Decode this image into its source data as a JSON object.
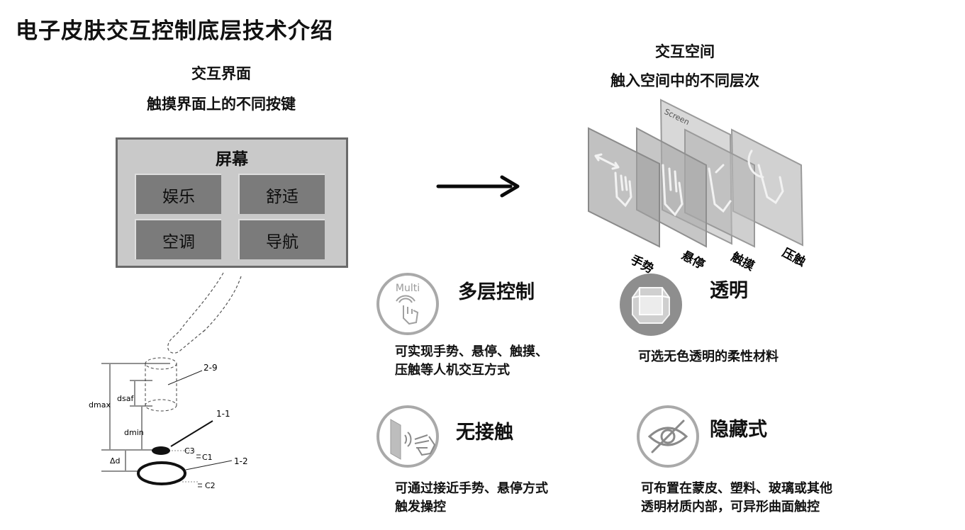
{
  "title": "电子皮肤交互控制底层技术介绍",
  "left_panel": {
    "heading": "交互界面",
    "subheading": "触摸界面上的不同按键",
    "screen_label": "屏幕",
    "keys": [
      "娱乐",
      "舒适",
      "空调",
      "导航"
    ]
  },
  "right_panel": {
    "heading": "交互空间",
    "subheading": "触入空间中的不同层次",
    "screen_tag": "Screen",
    "layers": [
      "手势",
      "悬停",
      "触摸",
      "压触"
    ]
  },
  "sensor_diagram": {
    "labels": {
      "dmax": "dmax",
      "dsaf": "dsaf",
      "dmin": "dmin",
      "delta_d": "Δd",
      "part_2_9": "2-9",
      "part_1_1": "1-1",
      "part_1_2": "1-2",
      "c1": "C1",
      "c2": "C2",
      "c3": "C3"
    }
  },
  "features": [
    {
      "title": "多层控制",
      "icon": "multi-touch-icon",
      "icon_text": "Multi",
      "desc": [
        "可实现手势、悬停、触摸、",
        "压触等人机交互方式"
      ]
    },
    {
      "title": "透明",
      "icon": "transparent-cube-icon",
      "desc": [
        "可选无色透明的柔性材料"
      ]
    },
    {
      "title": "无接触",
      "icon": "contactless-hand-icon",
      "desc": [
        "可通过接近手势、悬停方式",
        "触发操控"
      ]
    },
    {
      "title": "隐藏式",
      "icon": "hidden-eye-icon",
      "desc": [
        "可布置在蒙皮、塑料、玻璃或其他",
        "透明材质内部，可异形曲面触控"
      ]
    }
  ],
  "colors": {
    "screen_bg": "#c9c9c9",
    "key_bg": "#7b7b7b",
    "icon_grey": "#8e8e8e"
  }
}
